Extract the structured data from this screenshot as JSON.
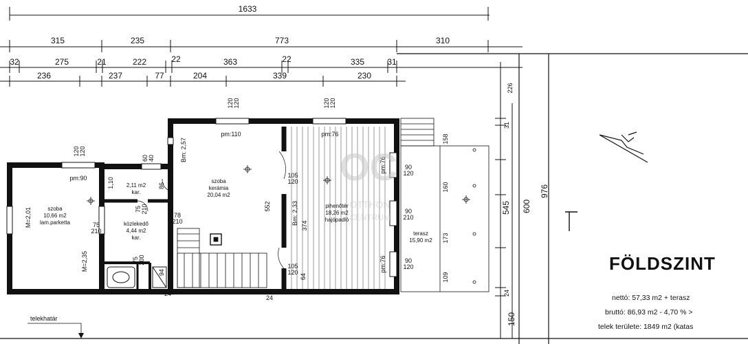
{
  "top_dims": {
    "total": "1633",
    "row2": [
      "315",
      "235",
      "773",
      "310"
    ],
    "row3": [
      "32",
      "275",
      "21",
      "222",
      "22",
      "363",
      "22",
      "335",
      "31"
    ],
    "row4": [
      "236",
      "237",
      "77",
      "204",
      "339",
      "230"
    ]
  },
  "right_dims": {
    "inner": [
      "226",
      "31",
      "158",
      "160",
      "173",
      "109",
      "24"
    ],
    "mid": "545",
    "outer": "600",
    "total": "976",
    "below": "150"
  },
  "openings": {
    "o1": "120\n120",
    "o2": "120\n120",
    "o3": "120\n120",
    "o4": "60\n40",
    "o5": "90\n120",
    "o6": "90\n210",
    "o7": "90\n120",
    "o8": "105\n120",
    "o9": "105\n120",
    "o10": "75\n210",
    "o11": "75\n210",
    "o12": "75\n200",
    "o13": "78\n210"
  },
  "labels": {
    "pm90": "pm:90",
    "pm110": "pm:110",
    "pm76": "pm:76",
    "pm76b": "pm:76",
    "pm76c": "pm:76",
    "bm257": "Bm: 2,57",
    "bm233": "Bm: 2,33",
    "m201": "M=2,01",
    "m235": "M=2,35",
    "h552": "552",
    "h374": "374",
    "h24a": "24",
    "h24b": "24",
    "h64": "64",
    "h86": "86",
    "h94": "94",
    "h110": "1,10"
  },
  "rooms": [
    {
      "name": "szoba",
      "area": "10,66 m2",
      "floor": "lam.parketta"
    },
    {
      "name": "",
      "area": "2,11 m2",
      "floor": "kar."
    },
    {
      "name": "közlekedő",
      "area": "4,44 m2",
      "floor": "kar."
    },
    {
      "name": "szoba",
      "area": "20,04 m2",
      "floor": "kerámia"
    },
    {
      "name": "pihenőtér",
      "area": "18,26 m2",
      "floor": "hajópadló"
    },
    {
      "name": "terasz",
      "area": "15,90 m2",
      "floor": ""
    }
  ],
  "floor_title": "FÖLDSZINT",
  "stats": {
    "netto": "nettó:  57,33 m2  + terasz",
    "brutto": "bruttó: 86,93 m2  - 4,70 %  >",
    "telek": "telek területe:  1849 m2 (katas"
  },
  "boundary_label": "telekhatár",
  "watermark": {
    "logo": "OC",
    "line1": "OTTHON",
    "line2": "CENTRUM"
  }
}
